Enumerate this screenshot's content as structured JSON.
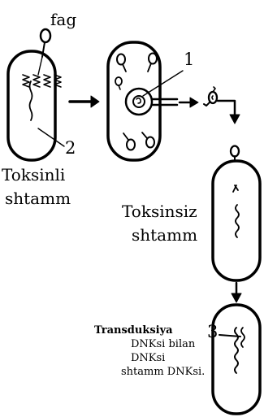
{
  "labels": {
    "phage": "fag",
    "marker_1": "1",
    "marker_2": "2",
    "marker_3": "3",
    "toxin_strain_line1": "Toksinli",
    "toxin_strain_line2": "shtamm",
    "nontoxin_strain_line1": "Toksinsiz",
    "nontoxin_strain_line2": "shtamm"
  },
  "caption": {
    "title": "Transduksiya",
    "line1": "DNKsi  bilan",
    "line2": "DNKsi",
    "line3": "shtamm  DNKsi."
  },
  "colors": {
    "ink": "#000000",
    "paper": "#ffffff"
  }
}
